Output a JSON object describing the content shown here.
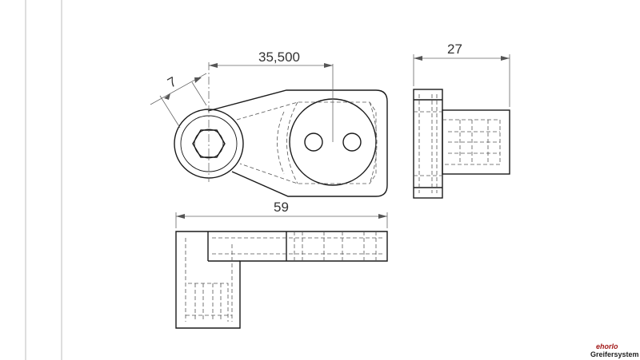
{
  "dimensions": {
    "center_distance": "35,500",
    "width_side": "27",
    "overall_length": "59",
    "angle_small": "7"
  },
  "logo": {
    "mark": "ehorlo",
    "tagline": "Greifersystem"
  },
  "colors": {
    "line": "#1a1a1a",
    "dimension": "#666666",
    "logo_accent": "#a31a1a"
  }
}
